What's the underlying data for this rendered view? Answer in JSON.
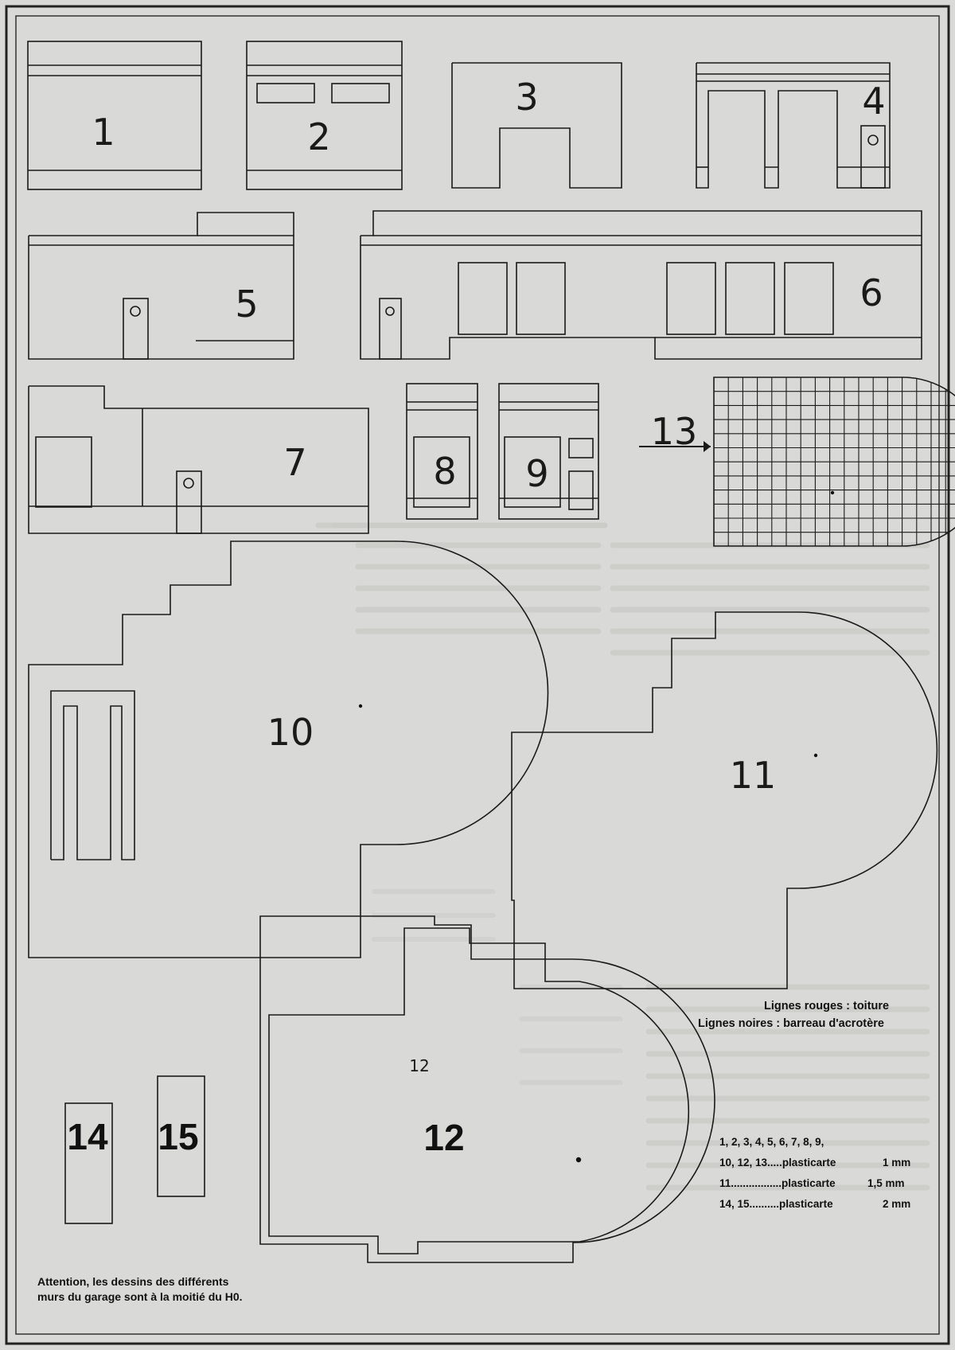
{
  "parts": [
    {
      "id": "1",
      "label": "1"
    },
    {
      "id": "2",
      "label": "2"
    },
    {
      "id": "3",
      "label": "3"
    },
    {
      "id": "4",
      "label": "4"
    },
    {
      "id": "5",
      "label": "5"
    },
    {
      "id": "6",
      "label": "6"
    },
    {
      "id": "7",
      "label": "7"
    },
    {
      "id": "8",
      "label": "8"
    },
    {
      "id": "9",
      "label": "9"
    },
    {
      "id": "10",
      "label": "10"
    },
    {
      "id": "11",
      "label": "11"
    },
    {
      "id": "12",
      "label": "12",
      "inner_label": "12"
    },
    {
      "id": "13",
      "label": "13"
    },
    {
      "id": "14",
      "label": "14"
    },
    {
      "id": "15",
      "label": "15"
    }
  ],
  "legend": {
    "red_lines": "Lignes rouges : toiture",
    "black_lines": "Lignes noires : barreau d'acrotère"
  },
  "materials": [
    {
      "parts": "1, 2, 3, 4, 5, 6, 7, 8, 9,",
      "material": "",
      "thickness": ""
    },
    {
      "parts": "10, 12, 13.....",
      "material": "plasticarte",
      "thickness": "1 mm"
    },
    {
      "parts": "11.................",
      "material": "plasticarte",
      "thickness": "1,5 mm"
    },
    {
      "parts": "14, 15..........",
      "material": "plasticarte",
      "thickness": "2 mm"
    }
  ],
  "scale_note": {
    "line1": "Attention, les dessins des différents",
    "line2": "murs du garage sont à la moitié du H0."
  },
  "colors": {
    "paper": "#d9d9d7",
    "ink": "#1a1a1a",
    "bleed": "#b5b5b2"
  }
}
